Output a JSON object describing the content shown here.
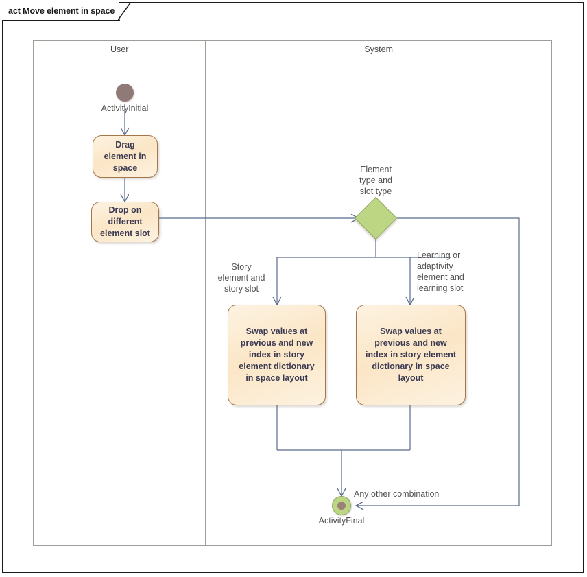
{
  "diagram": {
    "title": "act Move element in space",
    "type": "UML Activity Diagram",
    "swimlanes": [
      {
        "id": "user",
        "label": "User"
      },
      {
        "id": "system",
        "label": "System"
      }
    ],
    "colors": {
      "action_fill": "#fbe6c6",
      "action_border": "#a5764a",
      "decision_fill": "#bcd683",
      "decision_border": "#8fa862",
      "initial_fill": "#8f7a77",
      "final_fill": "#bcd683",
      "final_inner": "#9b8176",
      "edge": "#5a6b8c",
      "lane_border": "#a09c98",
      "frame_border": "#1a1a1a",
      "text": "#3b3a52",
      "label_text": "#53504f"
    },
    "nodes": {
      "initial": {
        "label": "ActivityInitial",
        "lane": "user"
      },
      "drag": {
        "label": "Drag\nelement in\nspace",
        "lane": "user"
      },
      "drop": {
        "label": "Drop on\ndifferent\nelement slot",
        "lane": "user"
      },
      "decision": {
        "label": "Element\ntype and\nslot type",
        "lane": "system"
      },
      "swap_story": {
        "label": "Swap values at\nprevious and new\nindex in story\nelement dictionary\nin space layout",
        "lane": "system"
      },
      "swap_learning": {
        "label": "Swap values at\nprevious and new\nindex in story element\ndictionary in space\nlayout",
        "lane": "system"
      },
      "final": {
        "label": "ActivityFinal",
        "lane": "system"
      }
    },
    "edge_labels": {
      "story_branch": "Story\nelement and\nstory slot",
      "learning_branch": "Learning or\nadaptivity\nelement and\nlearning slot",
      "other_branch": "Any other combination"
    }
  }
}
